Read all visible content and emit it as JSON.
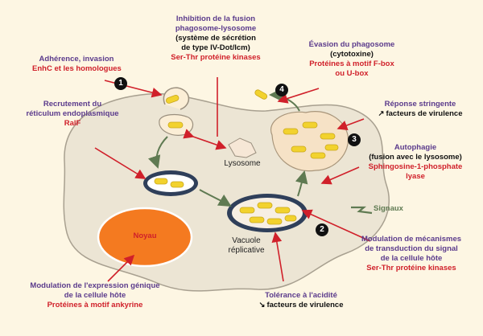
{
  "steps": [
    "1",
    "2",
    "3",
    "4"
  ],
  "colors": {
    "purple": "#5b3b8c",
    "red": "#d0202a",
    "cell": "#ece5d4",
    "nucleus": "#f47a20",
    "bacteria": "#f2d22e"
  },
  "labels": {
    "adhesion": {
      "title": "Adhérence, invasion",
      "detail": "EnhC et les homologues"
    },
    "reticulum": {
      "title_line1": "Recrutement du",
      "title_line2": "réticulum endoplasmique",
      "detail": "RalF"
    },
    "inhibition": {
      "title_line1": "Inhibition de la fusion",
      "title_line2": "phagosome-lysosome",
      "sub_line1": "(système de sécrétion",
      "sub_line2": "de type IV-Dot/Icm)",
      "detail": "Ser-Thr protéine kinases"
    },
    "evasion": {
      "title": "Évasion du phagosome",
      "sub": "(cytotoxine)",
      "detail_line1": "Protéines à motif F-box",
      "detail_line2": "ou U-box"
    },
    "stringent": {
      "title": "Réponse stringente",
      "sub": "facteurs de virulence",
      "arrow": "↗"
    },
    "autophagy": {
      "title": "Autophagie",
      "sub": "(fusion avec le lysosome)",
      "detail_line1": "Sphingosine-1-phosphate",
      "detail_line2": "lyase"
    },
    "signals": "Signaux",
    "transduction": {
      "title_line1": "Modulation de mécanismes",
      "title_line2": "de transduction du signal",
      "title_line3": "de la cellule hôte",
      "detail": "Ser-Thr protéine kinases"
    },
    "acid": {
      "title": "Tolérance à l'acidité",
      "sub": "facteurs de virulence",
      "arrow": "↘"
    },
    "expression": {
      "title_line1": "Modulation de l'expression génique",
      "title_line2": "de la cellule hôte",
      "detail": "Protéines à motif ankyrine"
    },
    "nucleus": "Noyau",
    "lysosome": "Lysosome",
    "vacuole_line1": "Vacuole",
    "vacuole_line2": "réplicative"
  }
}
